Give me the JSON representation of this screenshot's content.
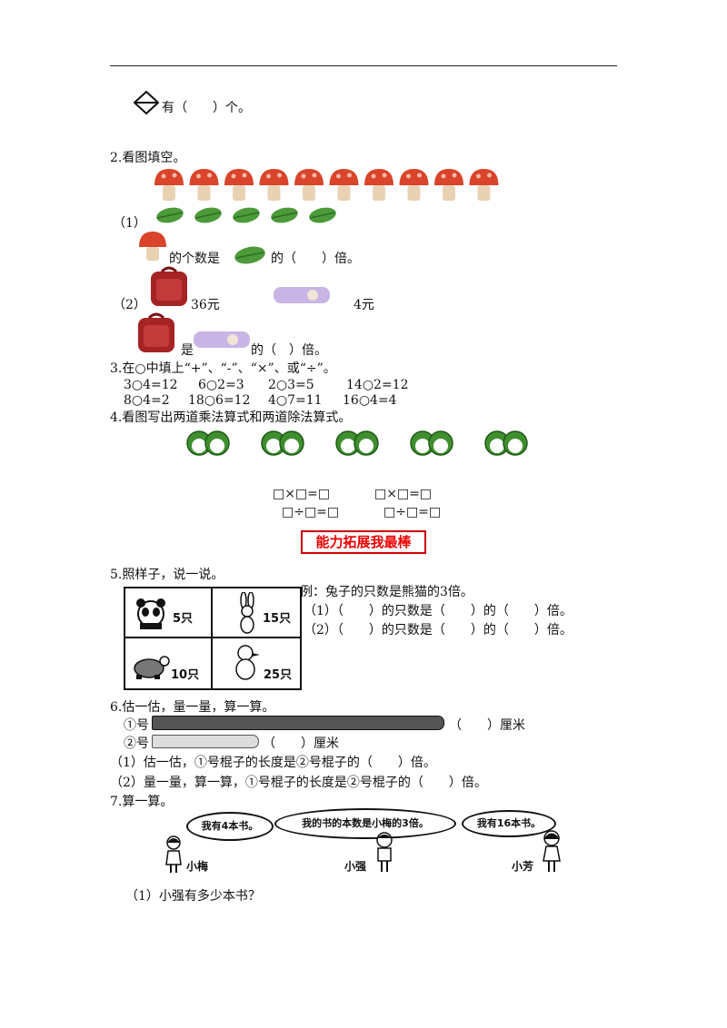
{
  "top": {
    "shape_text": "有（　　）个。"
  },
  "q2": {
    "title": "2.看图填空。",
    "p1_label": "（1）",
    "p1_text_a": "的个数是",
    "p1_text_b": "的（　　）倍。",
    "p2_label": "（2）",
    "p2_price_bag": "36元",
    "p2_price_case": "4元",
    "p2_text_a": "是",
    "p2_text_b": "的（　）倍。"
  },
  "q3": {
    "title": "3.在○中填上“+”、“-”、“×”、或“÷”。",
    "row1": [
      "3○4=12",
      "6○2=3",
      "2○3=5",
      "14○2=12"
    ],
    "row2": [
      "8○4=2",
      "18○6=12",
      "4○7=11",
      "16○4=4"
    ]
  },
  "q4": {
    "title": "4.看图写出两道乘法算式和两道除法算式。",
    "mul": "□×□=□",
    "div": "□÷□=□"
  },
  "banner": "能力拓展我最棒",
  "q5": {
    "title": "5.照样子，说一说。",
    "counts": [
      "5只",
      "15只",
      "10只",
      "25只"
    ],
    "example": "例：兔子的只数是熊猫的3倍。",
    "line1": "（1）（　　）的只数是（　　）的（　　）倍。",
    "line2": "（2）（　　）的只数是（　　）的（　　）倍。"
  },
  "q6": {
    "title": "6.估一估，量一量，算一算。",
    "stick1": "①号",
    "stick2": "②号",
    "unit1": "（　　）厘米",
    "unit2": "（　　）厘米",
    "line1": "（1）估一估，①号棍子的长度是②号棍子的（　　）倍。",
    "line2": "（2）量一量，算一算，①号棍子的长度是②号棍子的（　　）倍。"
  },
  "q7": {
    "title": "7.算一算。",
    "bubble1": "我有4本书。",
    "bubble2": "我的书的本数是小梅的3倍。",
    "bubble3": "我有16本书。",
    "name1": "小梅",
    "name2": "小强",
    "name3": "小芳",
    "sub1": "（1）小强有多少本书？"
  }
}
